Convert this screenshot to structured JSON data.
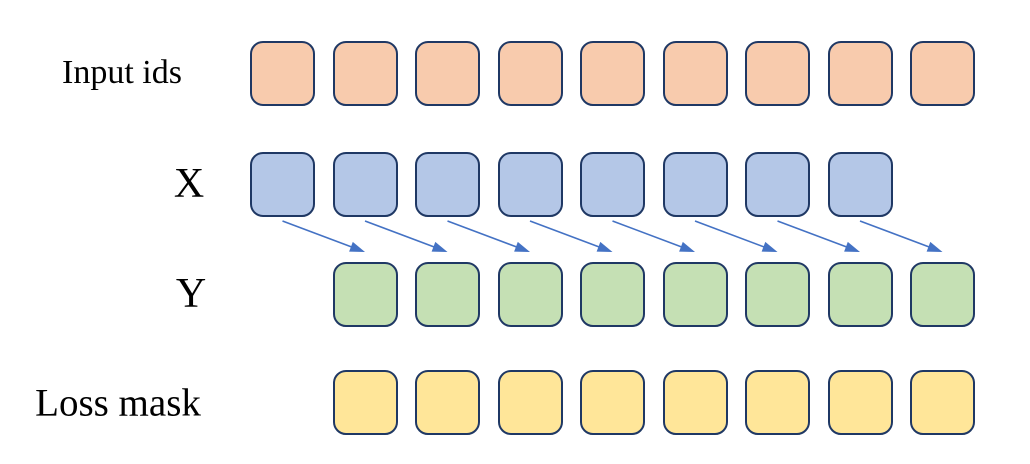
{
  "diagram": {
    "background": "#FFFFFF",
    "square_border_color": "#1F3864",
    "arrow_color": "#4472C4",
    "rows": [
      {
        "id": "input-ids",
        "label": "Input ids",
        "square_count": 9,
        "fill": "#F8CBAD",
        "col_offset": 0
      },
      {
        "id": "x",
        "label": "X",
        "square_count": 8,
        "fill": "#B4C7E7",
        "col_offset": 0
      },
      {
        "id": "y",
        "label": "Y",
        "square_count": 8,
        "fill": "#C5E0B4",
        "col_offset": 1
      },
      {
        "id": "loss-mask",
        "label": "Loss mask",
        "square_count": 8,
        "fill": "#FFE699",
        "col_offset": 1
      }
    ],
    "arrows": {
      "count": 8,
      "from_row": "x",
      "to_row": "y",
      "meaning": "each X token points to the next-position Y token (shift right by one)"
    }
  }
}
